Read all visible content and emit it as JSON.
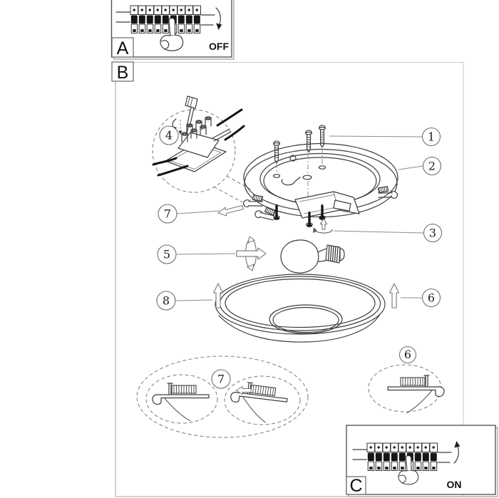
{
  "steps": {
    "a": {
      "label": "A",
      "status": "OFF"
    },
    "b": {
      "label": "B"
    },
    "c": {
      "label": "C",
      "status": "ON"
    }
  },
  "callouts": {
    "n1": "1",
    "n2": "2",
    "n3": "3",
    "n4": "4",
    "n5": "5",
    "n6": "6",
    "n7": "7",
    "n8": "8"
  },
  "icons": {
    "breaker_panel": "circuit-breaker-strip",
    "pointing_hand": "hand-pressing-switch",
    "curved_arrow_down": "flip-switch-down",
    "curved_arrow_up": "flip-switch-up",
    "hollow_up_arrow": "push-up",
    "hollow_left_arrow": "push-left",
    "rotation_arrow": "rotate-to-fasten",
    "screwdriver": "screwdriver-tighten"
  },
  "colors": {
    "line": "#3d3d3d",
    "leader": "#8c8c8c",
    "black_fill": "#161616",
    "background": "#ffffff"
  }
}
